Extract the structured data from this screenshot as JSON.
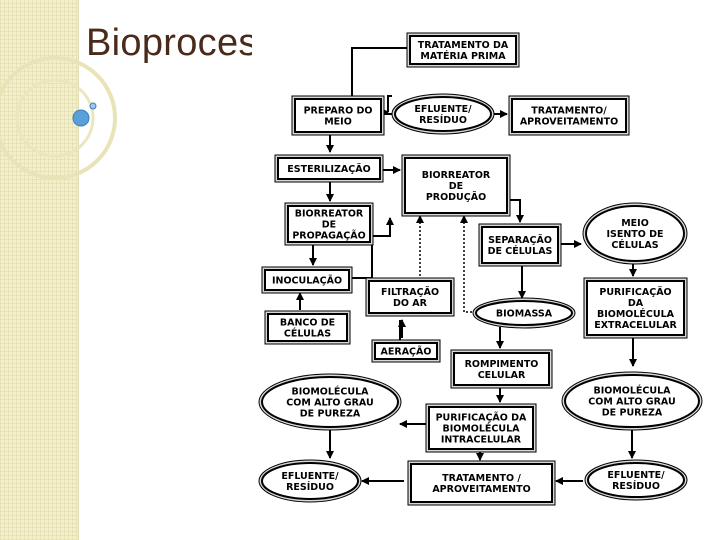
{
  "slide": {
    "title": "Bioprocesso"
  },
  "nodes": {
    "tratamento_materia_prima": [
      "TRATAMENTO DA",
      "MATÉRIA PRIMA"
    ],
    "preparo_meio": [
      "PREPARO DO",
      "MEIO"
    ],
    "efluente_residuo_top": [
      "EFLUENTE/",
      "RESÍDUO"
    ],
    "tratamento_aproveitamento_top": [
      "TRATAMENTO/",
      "APROVEITAMENTO"
    ],
    "esterilizacao": [
      "ESTERILIZAÇÃO"
    ],
    "biorreator_producao": [
      "BIORREATOR",
      "DE",
      "PRODUÇÃO"
    ],
    "biorreator_propagacao": [
      "BIORREATOR",
      "DE",
      "PROPAGAÇÃO"
    ],
    "meio_isento_celulas": [
      "MEIO",
      "ISENTO DE",
      "CÉLULAS"
    ],
    "separacao_celulas": [
      "SEPARAÇÃO",
      "DE CÉLULAS"
    ],
    "inoculacao": [
      "INOCULAÇÃO"
    ],
    "filtracao_ar": [
      "FILTRAÇÃO",
      "DO AR"
    ],
    "purificacao_extracelular": [
      "PURIFICAÇÃO",
      "DA",
      "BIOMOLÉCULA",
      "EXTRACELULAR"
    ],
    "biomassa": [
      "BIOMASSA"
    ],
    "banco_celulas": [
      "BANCO DE",
      "CÉLULAS"
    ],
    "aeracao": [
      "AERAÇÃO"
    ],
    "rompimento_celular": [
      "ROMPIMENTO",
      "CELULAR"
    ],
    "biomolecula_pureza_left": [
      "BIOMOLÉCULA",
      "COM ALTO GRAU",
      "DE PUREZA"
    ],
    "biomolecula_pureza_right": [
      "BIOMOLÉCULA",
      "COM ALTO GRAU",
      "DE PUREZA"
    ],
    "purificacao_intracelular": [
      "PURIFICAÇÃO DA",
      "BIOMOLÉCULA",
      "INTRACELULAR"
    ],
    "efluente_residuo_left": [
      "EFLUENTE/",
      "RESÍDUO"
    ],
    "tratamento_aproveitamento_bottom": [
      "TRATAMENTO /",
      "APROVEITAMENTO"
    ],
    "efluente_residuo_right": [
      "EFLUENTE/",
      "RESÍDUO"
    ]
  },
  "colors": {
    "title": "#4a2a1a",
    "accent_circle": "#5aa0d8",
    "band": "#f3efc8"
  }
}
